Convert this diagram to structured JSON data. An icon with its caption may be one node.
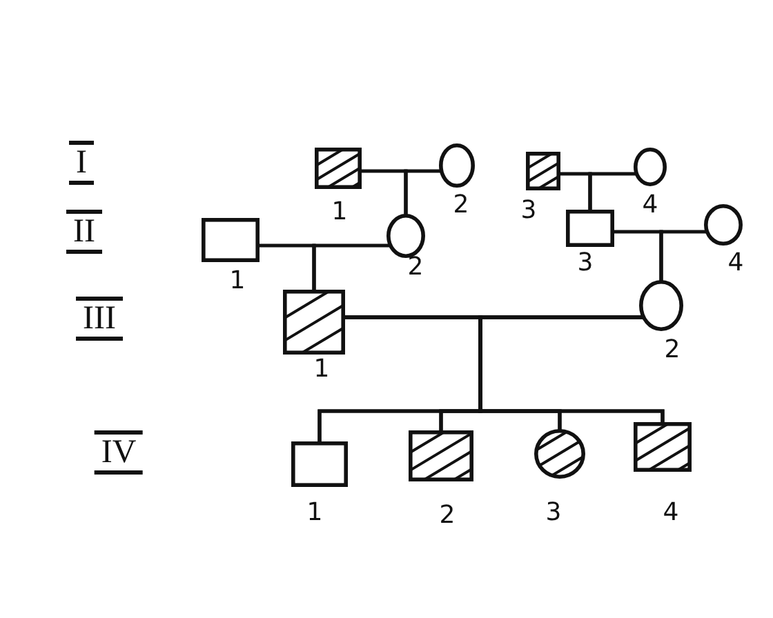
{
  "diagram": {
    "nodes": [
      {
        "text": [],
        "shape": "box",
        "beside": [
          "1"
        ]
      },
      {
        "text": [],
        "shape": "circle",
        "beside": [
          "2"
        ]
      },
      {
        "text": [],
        "shape": "box",
        "beside": [
          "3"
        ]
      },
      {
        "text": [],
        "shape": "circle",
        "beside": [
          "4"
        ]
      },
      {
        "text": [],
        "shape": "box",
        "beside": [
          "1"
        ]
      },
      {
        "text": [],
        "shape": "circle",
        "beside": [
          "2"
        ]
      },
      {
        "text": [],
        "shape": "box",
        "beside": [
          "3"
        ]
      },
      {
        "text": [],
        "shape": "circle",
        "beside": [
          "4"
        ]
      },
      {
        "text": [],
        "shape": "box",
        "beside": [
          "1"
        ]
      },
      {
        "text": [],
        "shape": "circle",
        "beside": [
          "2"
        ]
      },
      {
        "text": [],
        "shape": "box",
        "beside": [
          "1"
        ]
      },
      {
        "text": [],
        "shape": "box",
        "beside": [
          "2"
        ]
      },
      {
        "text": [],
        "shape": "circle",
        "beside": [
          "3"
        ]
      },
      {
        "text": [],
        "shape": "box",
        "beside": [
          "4"
        ]
      }
    ],
    "edges": [
      {
        "from": 0,
        "to": 5,
        "arrow": "none"
      },
      {
        "from": 1,
        "to": 5,
        "arrow": "none"
      },
      {
        "from": 2,
        "to": 6,
        "arrow": "none"
      },
      {
        "from": 3,
        "to": 6,
        "arrow": "none"
      },
      {
        "from": 4,
        "to": 8,
        "arrow": "none"
      },
      {
        "from": 5,
        "to": 8,
        "arrow": "none"
      },
      {
        "from": 6,
        "to": 9,
        "arrow": "none"
      },
      {
        "from": 7,
        "to": 9,
        "arrow": "none"
      },
      {
        "from": 8,
        "to": 10,
        "arrow": "none"
      },
      {
        "from": 9,
        "to": 10,
        "arrow": "none"
      },
      {
        "from": 8,
        "to": 11,
        "arrow": "none"
      },
      {
        "from": 9,
        "to": 11,
        "arrow": "none"
      },
      {
        "from": 8,
        "to": 12,
        "arrow": "none"
      },
      {
        "from": 9,
        "to": 12,
        "arrow": "none"
      },
      {
        "from": 8,
        "to": 13,
        "arrow": "none"
      },
      {
        "from": 9,
        "to": 13,
        "arrow": "none"
      }
    ],
    "labels": [
      "I",
      "II",
      "III",
      "IV"
    ]
  }
}
